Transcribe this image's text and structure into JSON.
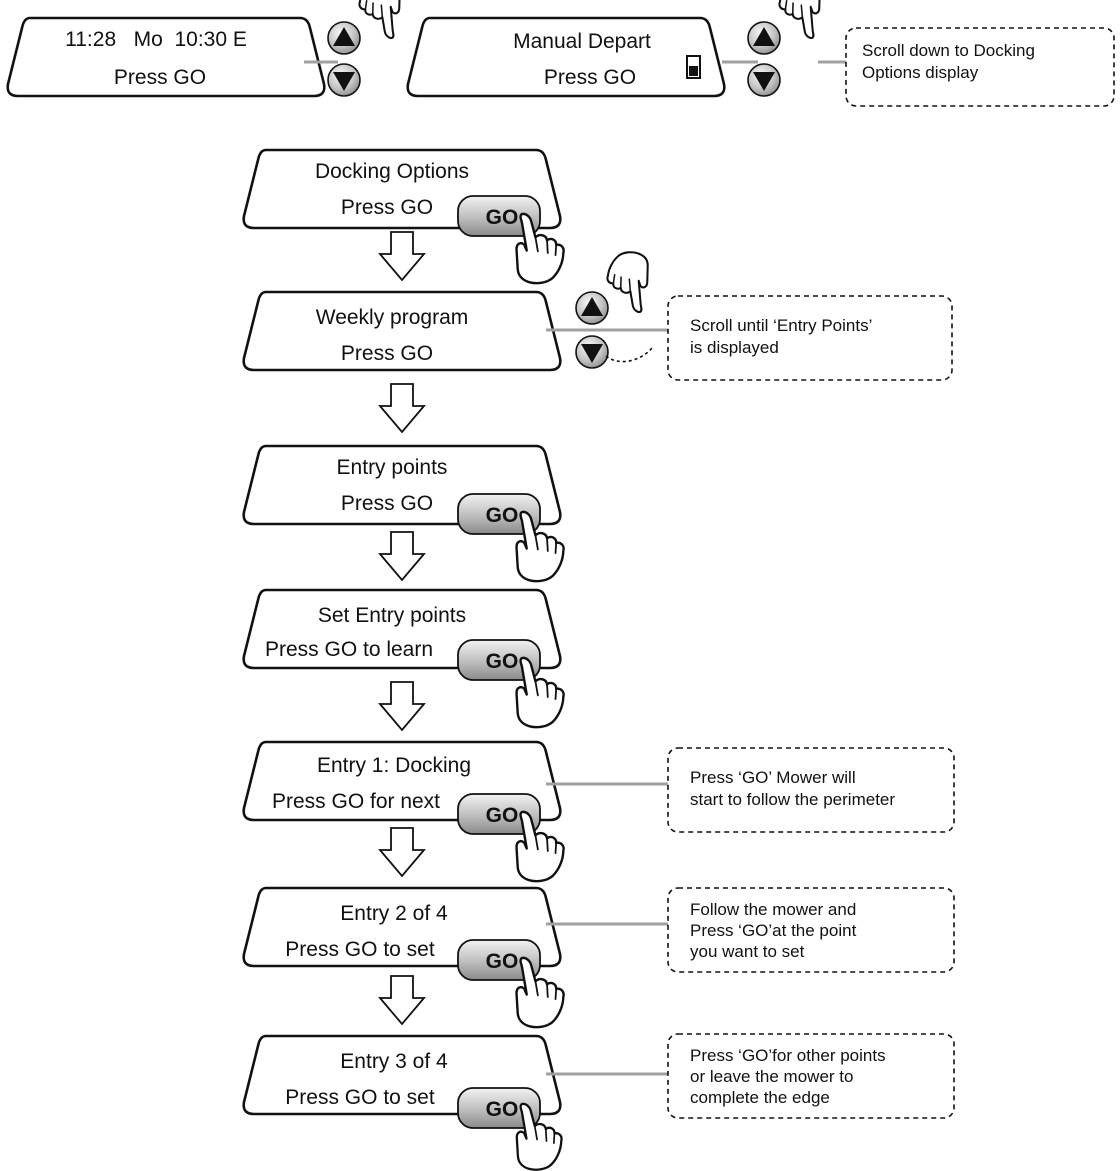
{
  "top_row": {
    "display_1": {
      "line1": "11:28   Mo  10:30 E",
      "line2": "Press GO"
    },
    "display_2": {
      "line1": "Manual Depart",
      "line2": "Press GO"
    },
    "note": {
      "lines": [
        "Scroll down to Docking",
        "Options display"
      ]
    }
  },
  "steps": [
    {
      "line1": "Docking Options",
      "line2": "Press GO",
      "button": "GO"
    },
    {
      "line1": "Weekly program",
      "line2": "Press GO"
    },
    {
      "line1": "Entry points",
      "line2": "Press GO",
      "button": "GO"
    },
    {
      "line1": "Set Entry points",
      "line2": "Press GO to learn",
      "button": "GO"
    },
    {
      "line1": "Entry 1: Docking",
      "line2": "Press GO for next",
      "button": "GO"
    },
    {
      "line1": "Entry 2 of 4",
      "line2": "Press GO to set",
      "button": "GO"
    },
    {
      "line1": "Entry 3 of 4",
      "line2": "Press GO to set",
      "button": "GO"
    }
  ],
  "notes": {
    "weekly": {
      "lines": [
        "Scroll until ‘Entry Points’",
        "is displayed"
      ]
    },
    "entry1": {
      "lines": [
        "Press ‘GO’ Mower will",
        "start to follow the perimeter"
      ]
    },
    "entry2": {
      "lines": [
        "Follow the mower and",
        "Press ‘GO’at the point",
        "you want to set"
      ]
    },
    "entry3": {
      "lines": [
        "Press ‘GO’for other points",
        "or leave the mower to",
        "complete the edge"
      ]
    }
  },
  "icons": {
    "scroll_up": "triangle-up-icon",
    "scroll_down": "triangle-down-icon",
    "hand": "pointing-hand-icon",
    "arrow": "down-arrow-icon",
    "manual_indicator": "manual-mode-icon"
  },
  "colors": {
    "outline": "#111111",
    "connector": "#a0a0a0",
    "button_light": "#ededed",
    "button_dark": "#8f8f8f"
  }
}
